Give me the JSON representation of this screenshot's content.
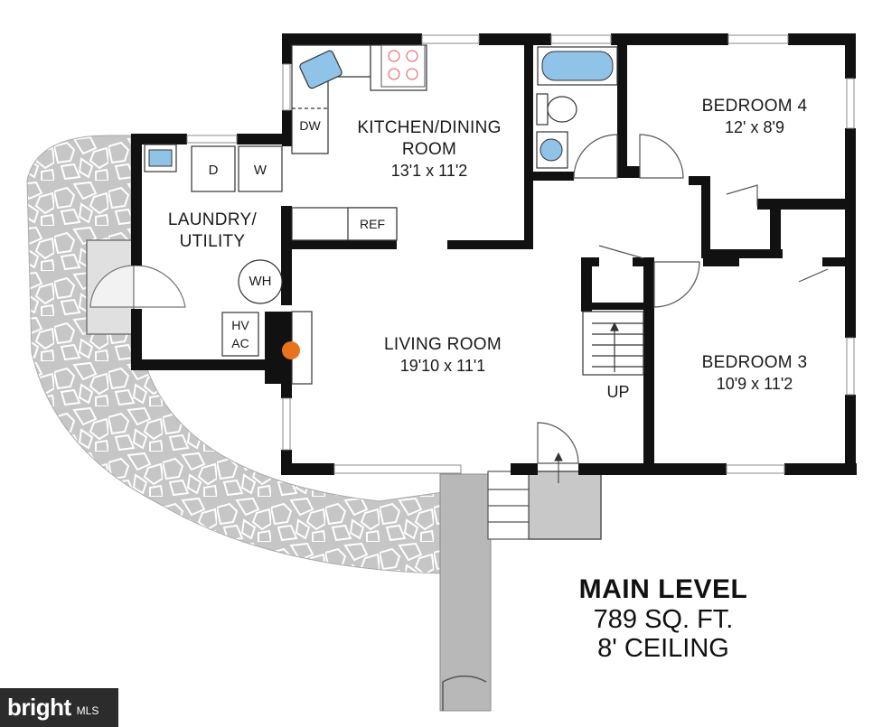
{
  "rooms": {
    "kitchen": {
      "name_line1": "KITCHEN/DINING",
      "name_line2": "ROOM",
      "dims": "13'1 x 11'2"
    },
    "laundry": {
      "name_line1": "LAUNDRY/",
      "name_line2": "UTILITY"
    },
    "living": {
      "name": "LIVING ROOM",
      "dims": "19'10 x 11'1"
    },
    "bedroom4": {
      "name": "BEDROOM 4",
      "dims": "12' x 8'9"
    },
    "bedroom3": {
      "name": "BEDROOM 3",
      "dims": "10'9 x 11'2"
    }
  },
  "fixtures": {
    "dishwasher": "DW",
    "dryer": "D",
    "washer": "W",
    "refrigerator": "REF",
    "water_heater": "WH",
    "hvac_line1": "HV",
    "hvac_line2": "AC",
    "stairs": "UP"
  },
  "summary": {
    "level": "MAIN LEVEL",
    "area": "789 SQ. FT.",
    "ceiling": "8' CEILING"
  },
  "branding": {
    "logo_text": "bright",
    "logo_suffix": "MLS"
  },
  "colors": {
    "wall": "#111111",
    "stone": "#c4c4c4",
    "stone_lines": "#ffffff",
    "walkway": "#b8b8b8",
    "fixture_fill": "#8fc3e8",
    "fireplace": "#e8731a",
    "badge_bg": "#2c2c2c"
  }
}
